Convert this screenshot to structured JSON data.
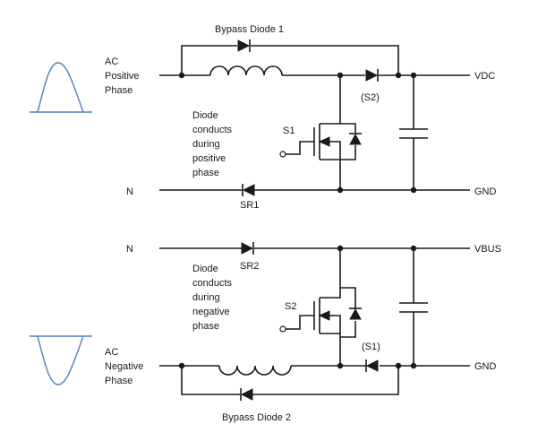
{
  "top_circuit": {
    "input_label_lines": [
      "AC",
      "Positive",
      "Phase"
    ],
    "bypass_label": "Bypass Diode 1",
    "output_label": "VDC",
    "return_label": "N",
    "ground_label": "GND",
    "boost_diode_label": "(S2)",
    "switch_label": "S1",
    "sr_label": "SR1",
    "note_lines": [
      "Diode",
      "conducts",
      "during",
      "positive",
      "phase"
    ]
  },
  "bottom_circuit": {
    "input_label_lines": [
      "AC",
      "Negative",
      "Phase"
    ],
    "bypass_label": "Bypass Diode 2",
    "output_label": "VBUS",
    "return_label": "N",
    "ground_label": "GND",
    "boost_diode_label": "(S1)",
    "switch_label": "S2",
    "sr_label": "SR2",
    "note_lines": [
      "Diode",
      "conducts",
      "during",
      "negative",
      "phase"
    ]
  },
  "colors": {
    "wire": "#1a1a1a",
    "waveform": "#4f81bd"
  }
}
